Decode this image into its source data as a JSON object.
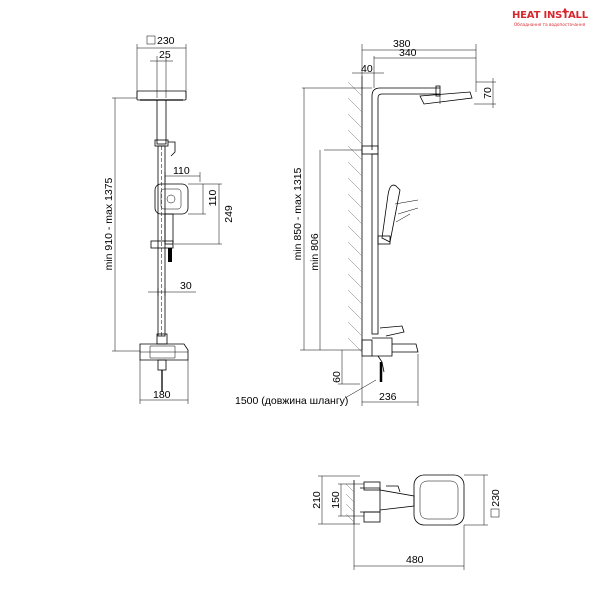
{
  "brand": {
    "name": "HEAT INSTALL",
    "tagline": "Обладнання та водопостачання",
    "color": "#d8282f"
  },
  "front_view": {
    "head_size": "230",
    "arm_size": "25",
    "height_range": "min 910 - max 1375",
    "hand_shower_width": "110",
    "hand_shower_head": "110",
    "hand_shower_length": "249",
    "bar_offset": "30",
    "mixer_width": "180"
  },
  "side_view": {
    "total_reach": "380",
    "arm_reach": "340",
    "wall_offset": "40",
    "head_height": "70",
    "height_range": "min 850 - max 1315",
    "min_height": "min 806",
    "bottom_offset": "60",
    "spout_length": "236",
    "hose_note": "1500 (довжина шлангу)"
  },
  "top_view": {
    "depth": "210",
    "mixer_depth": "150",
    "total_length": "480",
    "head_size": "230"
  }
}
